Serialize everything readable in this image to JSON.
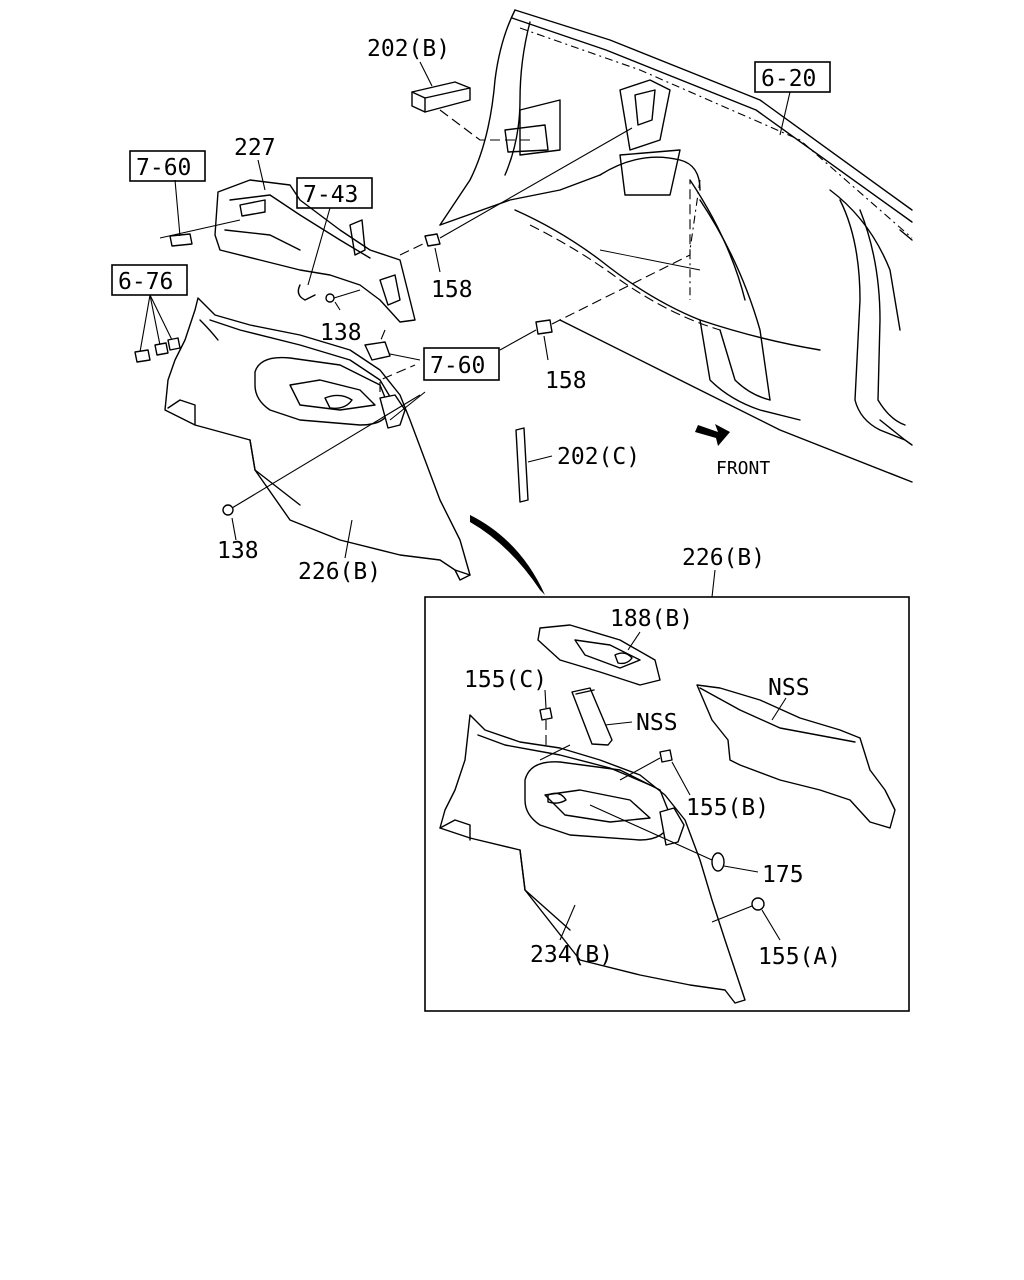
{
  "labels": {
    "p202b": "202(B)",
    "p227": "227",
    "p158a": "158",
    "p138a": "138",
    "p158b": "158",
    "p202c": "202(C)",
    "p138b": "138",
    "p226b_main": "226(B)",
    "p226b_inset": "226(B)",
    "p188b": "188(B)",
    "p155c": "155(C)",
    "nss_pad": "NSS",
    "nss_panel": "NSS",
    "p155b": "155(B)",
    "p175": "175",
    "p234b": "234(B)",
    "p155a": "155(A)",
    "front": "FRONT"
  },
  "ref_boxes": {
    "r620": "6-20",
    "r760a": "7-60",
    "r743": "7-43",
    "r676": "6-76",
    "r760b": "7-60"
  }
}
